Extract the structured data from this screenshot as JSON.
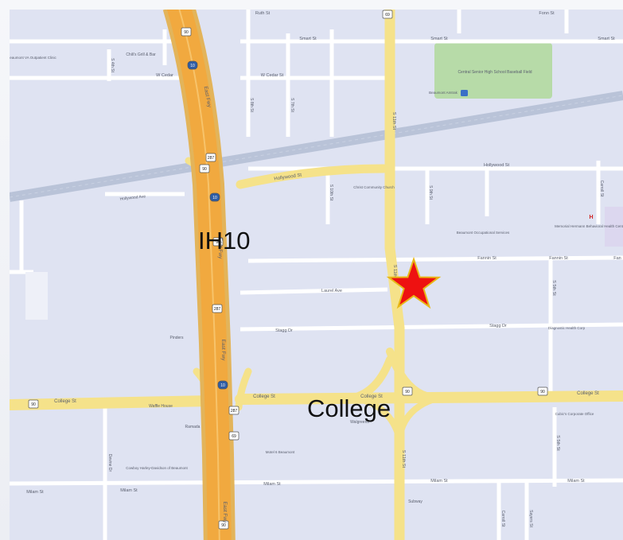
{
  "map": {
    "annotations": {
      "highway_label": "IH10",
      "street_label": "College"
    },
    "colors": {
      "background": "#dfe3f2",
      "street": "#ffffff",
      "major_road": "#f5e28a",
      "highway": "#f1a93f",
      "highway_edge": "#e3b45a",
      "park": "#b7dba8",
      "railway": "#b9c3d8",
      "marker": "#ee1111"
    },
    "marker": {
      "name": "location-star",
      "icon": "star-icon"
    },
    "streets": {
      "ruth": "Ruth St",
      "fannin_top": "Fonn St",
      "smart_a": "Smart St",
      "smart_b": "Smart St",
      "smart_c": "Smart St",
      "w_cedar": "W Cedar",
      "vi_cedar": "W Cedar St",
      "hollywood": "Hollywood St",
      "hollywood_e": "Hollywood St",
      "hollywood_ave": "Hollywood Ave",
      "fannin": "Fannin St",
      "fannin_e": "Fannin St",
      "fannin_edge": "Fan",
      "laurel": "Laurel Ave",
      "stagg_w": "Stagg Dr",
      "stagg_e": "Stagg Dr",
      "college_w": "College St",
      "college_c": "College St",
      "college_m": "College St",
      "college_e": "College St",
      "milam_w": "Milam St",
      "milam_w2": "Milam St",
      "milam_c": "Milam St",
      "milam_m": "Milam St",
      "milam_e": "Milam St",
      "east_fwy_1": "East Fwy",
      "east_fwy_2": "East Fwy",
      "east_fwy_3": "East Fwy",
      "east_fwy_4": "East Fwy",
      "s_11th_1": "S 11th St",
      "s_11th_2": "S 11th St",
      "s_11th_3": "S 11th St",
      "s_5th": "S 5th St",
      "s_5th_b": "S 5th St",
      "s_10th": "S 10th St",
      "s_9th": "S 9th St",
      "s_8th": "S 8th St",
      "s_7th": "S 7th St",
      "s_4th": "S 4th St",
      "carroll": "Carroll St",
      "sayers": "Sayers St",
      "cedar_n": "Carroll St",
      "devine": "Devine Dr"
    },
    "places": {
      "chilis": "Chili's Grill & Bar",
      "beaumont_va": "Beaumont VA Outpatient Clinic",
      "central_hs": "Central Senior High School Baseball Field",
      "beaumont_amtrak": "Beaumont Amtrak",
      "christ_church": "Christ Community Church",
      "beaumont_occ": "Beaumont Occupational Services",
      "memorial": "Memorial Hermann Behavioral Health Center",
      "diagnostic": "Diagnostic Health Corp",
      "pinders": "Pinders",
      "waffle": "Waffle House",
      "ramada": "Ramada",
      "motel6": "Motel 6 Beaumont",
      "cowboy": "Cowboy Harley-Davidson of Beaumont",
      "walgreens": "Walgreens",
      "subway": "Subway",
      "cubics": "Cubic's Corporate Office"
    },
    "shields": {
      "i10_a": "10",
      "i10_b": "10",
      "i10_c": "10",
      "us90_a": "90",
      "us90_b": "90",
      "us90_c": "90",
      "us90_d": "90",
      "us90_e": "90",
      "us90_f": "90",
      "us90_g": "90",
      "us287_a": "287",
      "us287_b": "287",
      "us287_c": "287",
      "us69_a": "69",
      "us69_b": "69",
      "h_icon": "H",
      "amtrak_icon": "amtrak-icon"
    }
  }
}
